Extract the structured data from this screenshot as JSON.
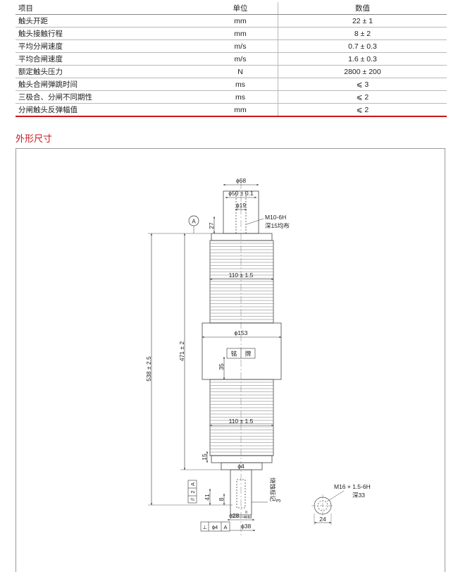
{
  "table": {
    "headers": [
      "项目",
      "单位",
      "数值"
    ],
    "rows": [
      {
        "item": "触头开距",
        "unit": "mm",
        "value": "22 ± 1"
      },
      {
        "item": "触头接触行程",
        "unit": "mm",
        "value": "8 ± 2"
      },
      {
        "item": "平均分闸速度",
        "unit": "m/s",
        "value": "0.7 ± 0.3"
      },
      {
        "item": "平均合闸速度",
        "unit": "m/s",
        "value": "1.6 ± 0.3"
      },
      {
        "item": "额定触头压力",
        "unit": "N",
        "value": "2800 ± 200"
      },
      {
        "item": "触头合闸弹跳时间",
        "unit": "ms",
        "value": "⩽ 3"
      },
      {
        "item": "三极合、分闸不同期性",
        "unit": "ms",
        "value": "⩽ 2"
      },
      {
        "item": "分闸触头反弹幅值",
        "unit": "mm",
        "value": "⩽ 2"
      }
    ]
  },
  "section_title": "外形尺寸",
  "drawing": {
    "dims": {
      "d68": "ϕ68",
      "d50": "ϕ50 ± 0.1",
      "d19": "ϕ19",
      "h27": "27",
      "thread_top": "M10-6H",
      "thread_top_depth": "深15均布",
      "datum": "A",
      "w110_top": "110 ± 1.5",
      "d153": "ϕ153",
      "nameplate_1": "铭",
      "nameplate_2": "牌",
      "h35": "35",
      "w110_bottom": "110 ± 1.5",
      "h15": "15",
      "d4": "ϕ4",
      "h471": "471 ± 2",
      "h538": "538 ± 2.5",
      "tol_symbol": "//",
      "tol_value": "2",
      "tol_datum": "A",
      "h41": "41",
      "h8": "8",
      "wear_mark": "烧蚀标记",
      "h3": "3",
      "d28": "ϕ28",
      "d28_tol_up": "0",
      "d28_tol_low": "-0.13",
      "perp_symbol": "⊥",
      "perp_value": "ϕ4",
      "perp_datum": "A",
      "d38": "ϕ38",
      "thread_bottom": "M16 × 1.5-6H",
      "thread_bottom_depth": "深33",
      "w24": "24"
    }
  }
}
